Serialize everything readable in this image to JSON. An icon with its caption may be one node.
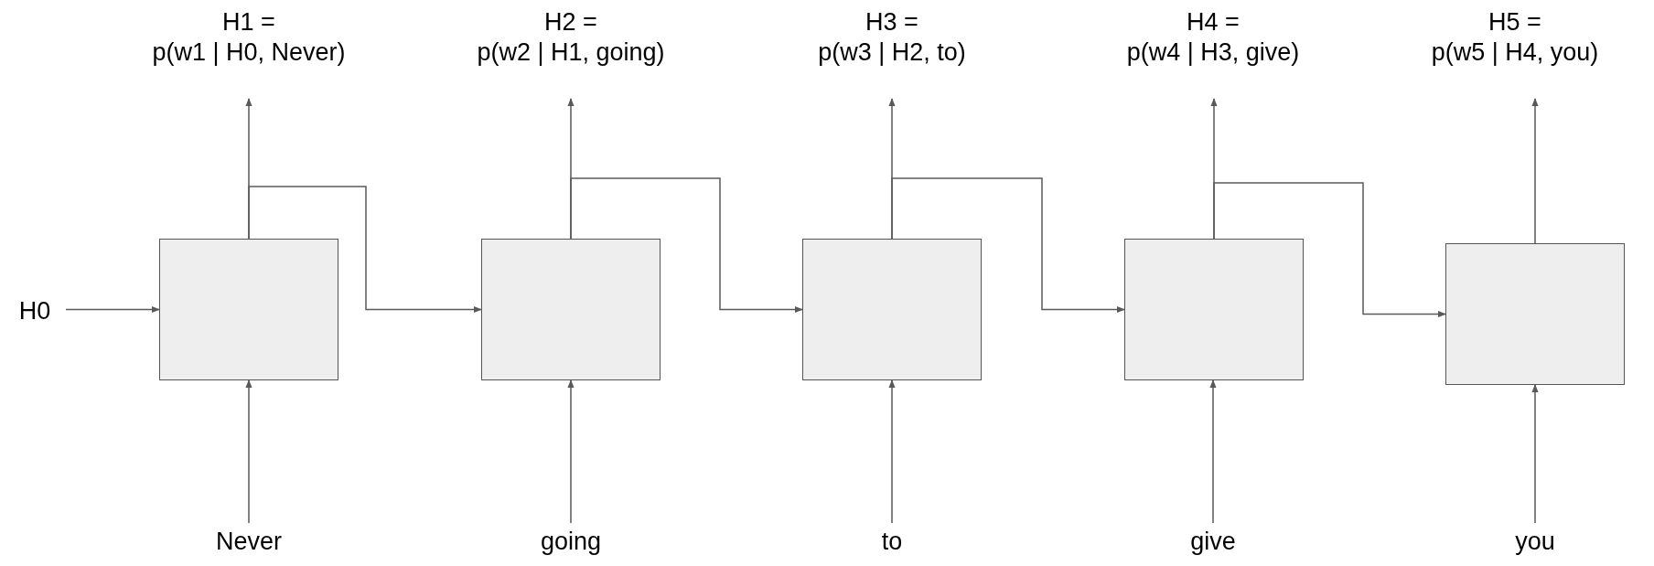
{
  "diagram": {
    "nodes": [
      {
        "text": [
          "H1 =",
          "p(w1 | H0, Never)"
        ]
      },
      {
        "text": [
          "H2 =",
          "p(w2 | H1, going)"
        ]
      },
      {
        "text": [
          "H3 =",
          "p(w3 | H2, to)"
        ]
      },
      {
        "text": [
          "H4 =",
          "p(w4 | H3, give)"
        ]
      },
      {
        "text": [
          "H5 =",
          "p(w5 | H4, you)"
        ]
      },
      {
        "text": [
          "H0"
        ]
      },
      {
        "text": [],
        "shape": "box"
      },
      {
        "text": [],
        "shape": "box"
      },
      {
        "text": [],
        "shape": "box"
      },
      {
        "text": [],
        "shape": "box"
      },
      {
        "text": [],
        "shape": "box"
      },
      {
        "text": [
          "Never"
        ]
      },
      {
        "text": [
          "going"
        ]
      },
      {
        "text": [
          "to"
        ]
      },
      {
        "text": [
          "give"
        ]
      },
      {
        "text": [
          "you"
        ]
      }
    ],
    "edges": [
      {
        "from": 5,
        "to": 6,
        "arrow": "to"
      },
      {
        "from": 11,
        "to": 6,
        "arrow": "to"
      },
      {
        "from": 12,
        "to": 7,
        "arrow": "to"
      },
      {
        "from": 13,
        "to": 8,
        "arrow": "to"
      },
      {
        "from": 14,
        "to": 9,
        "arrow": "to"
      },
      {
        "from": 15,
        "to": 10,
        "arrow": "to"
      },
      {
        "from": 6,
        "to": 0,
        "arrow": "to"
      },
      {
        "from": 7,
        "to": 1,
        "arrow": "to"
      },
      {
        "from": 8,
        "to": 2,
        "arrow": "to"
      },
      {
        "from": 9,
        "to": 3,
        "arrow": "to"
      },
      {
        "from": 10,
        "to": 4,
        "arrow": "to"
      },
      {
        "from": 6,
        "to": 7,
        "arrow": "to"
      },
      {
        "from": 7,
        "to": 8,
        "arrow": "to"
      },
      {
        "from": 8,
        "to": 9,
        "arrow": "to"
      },
      {
        "from": 9,
        "to": 10,
        "arrow": "to"
      }
    ]
  }
}
